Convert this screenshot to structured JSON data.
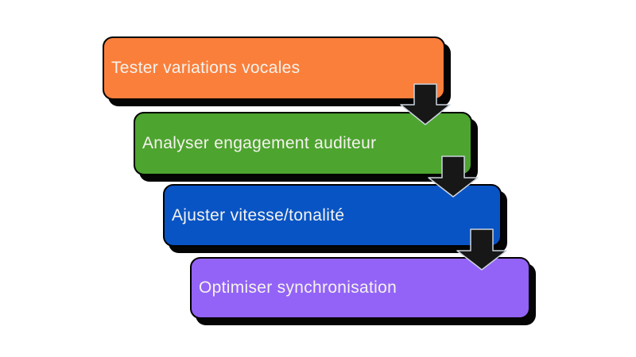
{
  "diagram": {
    "type": "staircase-process-flow",
    "background_color": "#ffffff",
    "box_border_color": "#000000",
    "box_shadow_color": "#050505",
    "text_color": "#f5f3ee",
    "steps": [
      {
        "label": "Tester variations vocales",
        "fill": "#fa7f3b"
      },
      {
        "label": "Analyser engagement auditeur",
        "fill": "#4da42f"
      },
      {
        "label": "Ajuster vitesse/tonalité",
        "fill": "#0854c5"
      },
      {
        "label": "Optimiser synchronisation",
        "fill": "#9363f8"
      }
    ],
    "connector_style": {
      "icon": "down-arrow",
      "count": 3,
      "fill": "#171717",
      "outline": "#ccd4de"
    }
  }
}
